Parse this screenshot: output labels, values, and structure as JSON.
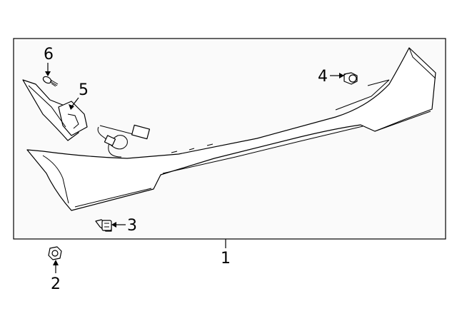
{
  "callouts": {
    "c1": "1",
    "c2": "2",
    "c3": "3",
    "c4": "4",
    "c5": "5",
    "c6": "6"
  },
  "parts": [
    {
      "number": "1",
      "name": "spoiler-assembly-icon"
    },
    {
      "number": "2",
      "name": "nut-icon"
    },
    {
      "number": "3",
      "name": "clip-icon"
    },
    {
      "number": "4",
      "name": "clip-icon"
    },
    {
      "number": "5",
      "name": "bracket-icon"
    },
    {
      "number": "6",
      "name": "screw-icon"
    }
  ],
  "colors": {
    "line": "#000000",
    "background": "#ffffff"
  }
}
